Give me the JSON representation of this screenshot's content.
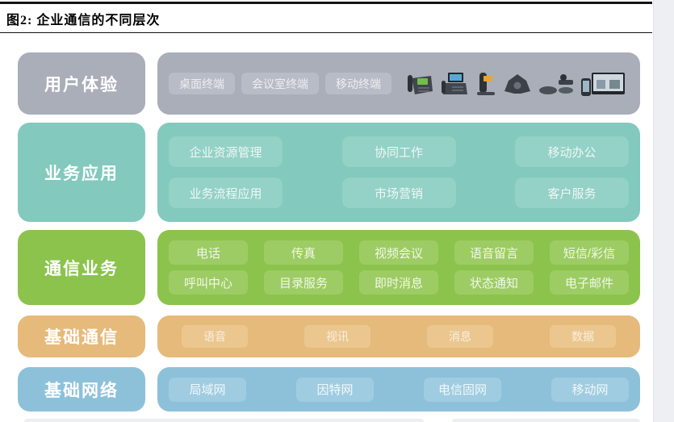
{
  "page": {
    "title": "图2: 企业通信的不同层次"
  },
  "layers": [
    {
      "id": "user-experience",
      "label": "用户体验",
      "base_color": "#a9aeb9",
      "item_color": "#b7bcc6",
      "item_rows": [
        [
          "桌面终端",
          "会议室终端",
          "移动终端"
        ]
      ],
      "device_icons": [
        "desk-ip-phone-icon",
        "video-phone-icon",
        "cordless-phone-icon",
        "conference-phone-icon",
        "conference-kit-icon",
        "mobile-and-display-icon"
      ]
    },
    {
      "id": "business-apps",
      "label": "业务应用",
      "base_color": "#83c9bd",
      "item_color": "#94d1c6",
      "item_rows": [
        [
          "企业资源管理",
          "协同工作",
          "移动办公"
        ],
        [
          "业务流程应用",
          "市场营销",
          "客户服务"
        ]
      ]
    },
    {
      "id": "comm-services",
      "label": "通信业务",
      "base_color": "#8bc34c",
      "item_color": "#9dcc64",
      "item_rows": [
        [
          "电话",
          "传真",
          "视频会议",
          "语音留言",
          "短信/彩信"
        ],
        [
          "呼叫中心",
          "目录服务",
          "即时消息",
          "状态通知",
          "电子邮件"
        ]
      ]
    },
    {
      "id": "basic-comm",
      "label": "基础通信",
      "base_color": "#e5ba7b",
      "item_color": "#ebc78f",
      "item_rows": [
        [
          "语音",
          "视讯",
          "消息",
          "数据"
        ]
      ]
    },
    {
      "id": "basic-network",
      "label": "基础网络",
      "base_color": "#8dc1d9",
      "item_color": "#a0cce1",
      "item_rows": [
        [
          "局域网",
          "因特网",
          "电信固网",
          "移动网"
        ]
      ]
    }
  ]
}
